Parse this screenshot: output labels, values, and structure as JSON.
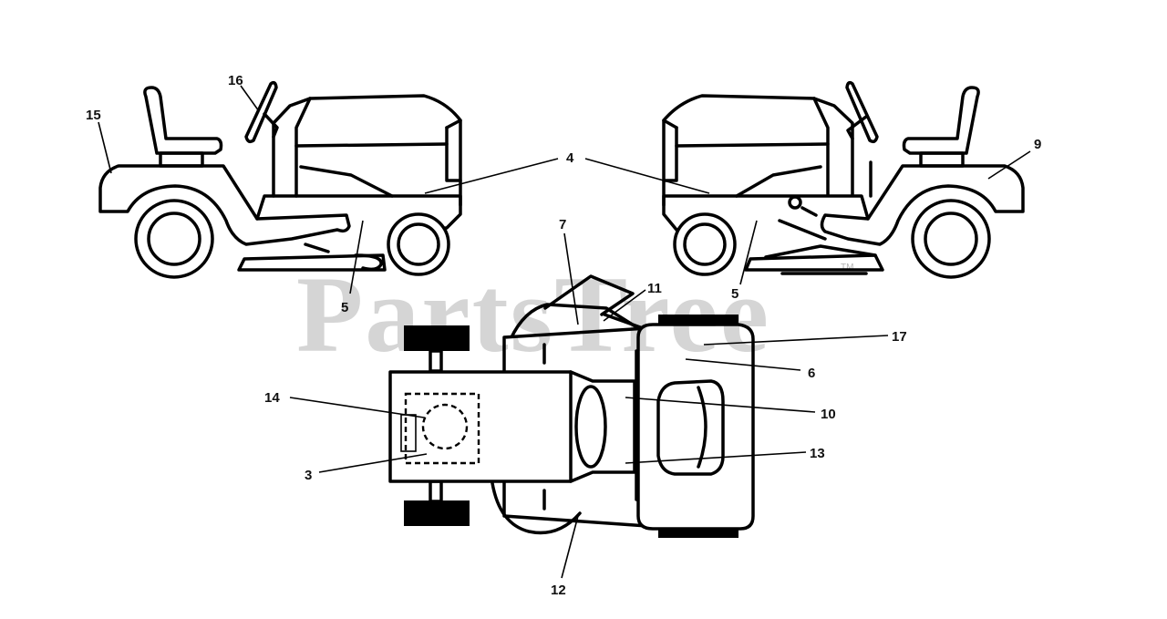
{
  "watermark": {
    "text": "PartsTree",
    "mark": "TM"
  },
  "callouts": {
    "c3": "3",
    "c4": "4",
    "c5_left": "5",
    "c5_right": "5",
    "c6": "6",
    "c7": "7",
    "c9": "9",
    "c10": "10",
    "c11": "11",
    "c12": "12",
    "c13": "13",
    "c14": "14",
    "c15": "15",
    "c16": "16",
    "c17": "17"
  }
}
